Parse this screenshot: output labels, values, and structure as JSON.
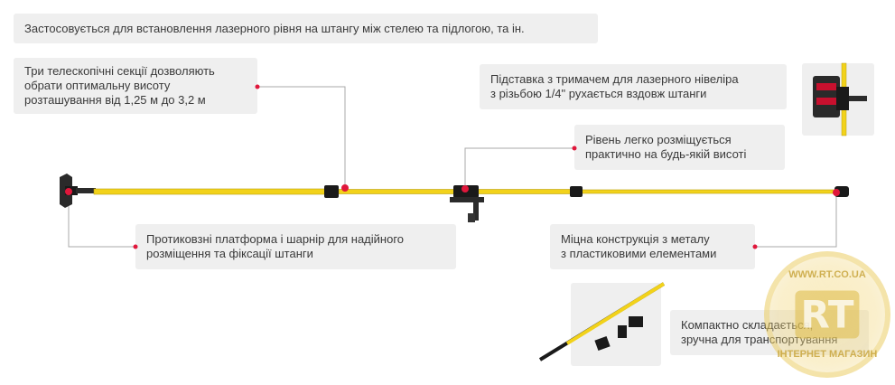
{
  "callouts": {
    "header": "Застосовується для встановлення лазерного рівня на штангу між стелею та підлогою, та ін.",
    "telescopic": [
      "Три телескопічні секції дозволяють",
      "обрати оптимальну висоту",
      "розташування від 1,25 м до 3,2 м"
    ],
    "holder": [
      "Підставка з тримачем для лазерного нівеліра",
      "з різьбою 1/4\" рухається вздовж штанги"
    ],
    "level": [
      "Рівень легко розміщується",
      "практично на будь-якій висоті"
    ],
    "platform": [
      "Протиковзні платформа і шарнір для надійного",
      "розміщення та фіксації штанги"
    ],
    "metal": [
      "Міцна конструкція з металу",
      "з пластиковими елементами"
    ],
    "compact": [
      "Компактно складається,",
      "зручна для транспортування"
    ]
  },
  "watermark": {
    "logo": "RT",
    "top_text": "WWW.RT.CO.UA",
    "bottom_text": "ІНТЕРНЕТ МАГАЗИН"
  },
  "colors": {
    "pole_yellow": "#f2d21a",
    "pole_black": "#1a1a1a",
    "accent_red": "#e0173b",
    "connector_gray": "#9a9a9a",
    "callout_bg": "#efefef"
  }
}
